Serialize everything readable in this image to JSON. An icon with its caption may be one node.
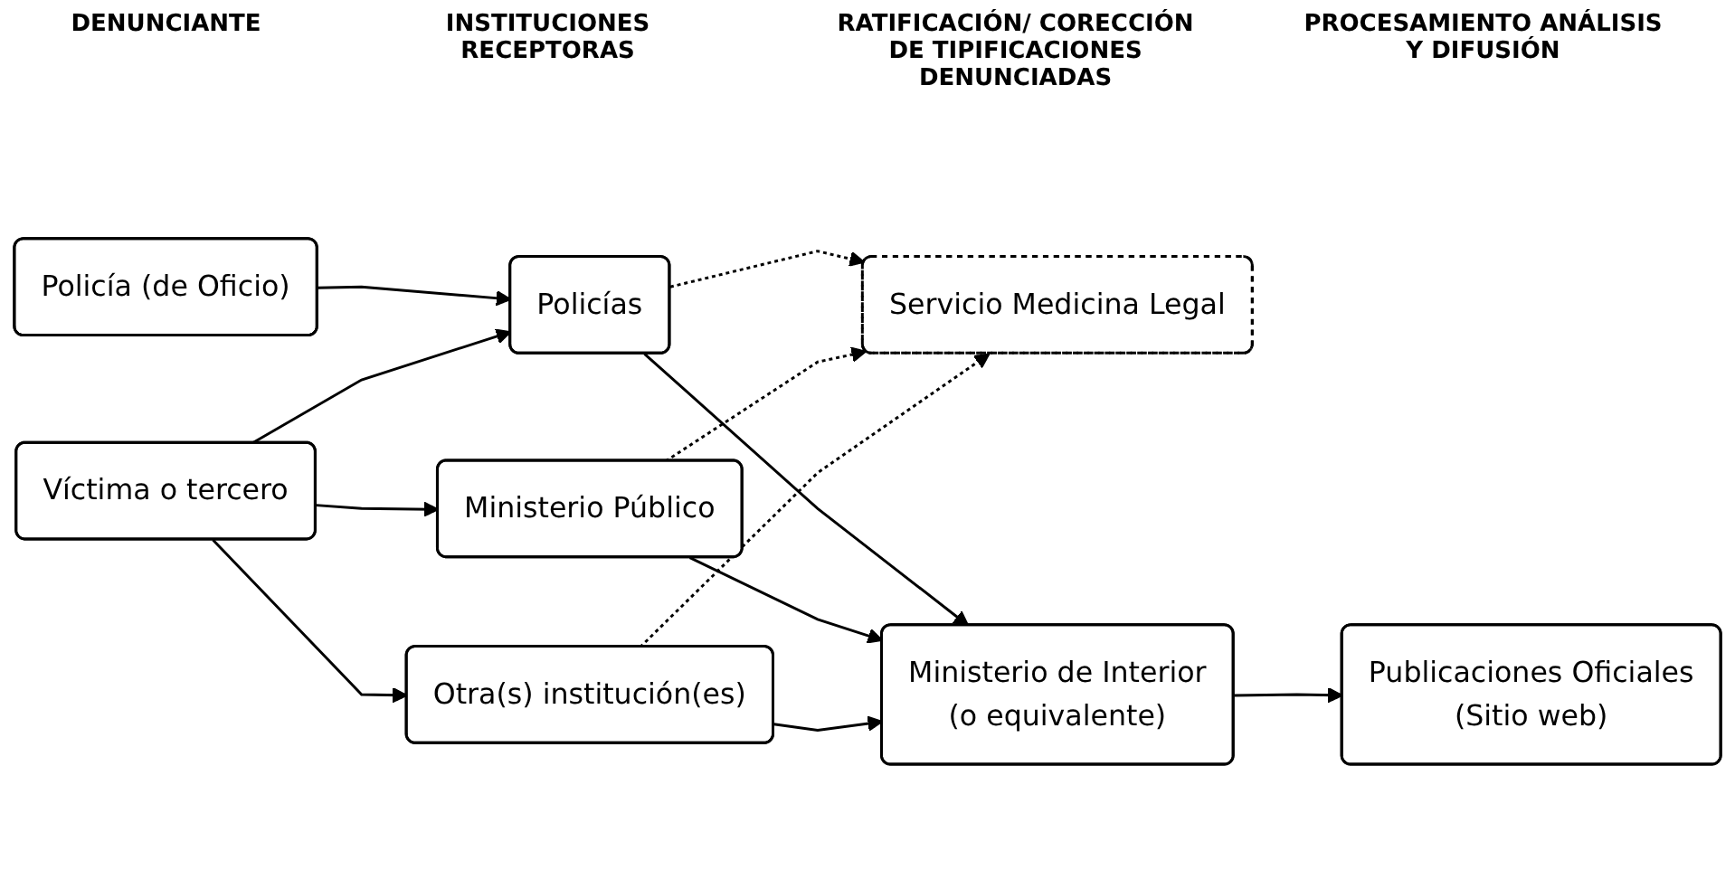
{
  "diagram": {
    "nodes": [
      {
        "text": [
          "Policía (de Oficio)"
        ]
      },
      {
        "text": [
          "Víctima o tercero"
        ]
      },
      {
        "text": [
          "Policías"
        ]
      },
      {
        "text": [
          "Ministerio Público"
        ]
      },
      {
        "text": [
          "Otra(s) institución(es)"
        ]
      },
      {
        "text": [
          "Servicio Medicina Legal"
        ]
      },
      {
        "text": [
          "Ministerio de Interior",
          "(o equivalente)"
        ]
      },
      {
        "text": [
          "Publicaciones Oficiales",
          "(Sitio web)"
        ]
      }
    ],
    "edges": [
      {
        "from": 0,
        "to": 2,
        "arrow": "to"
      },
      {
        "from": 1,
        "to": 2,
        "arrow": "to"
      },
      {
        "from": 1,
        "to": 3,
        "arrow": "to"
      },
      {
        "from": 1,
        "to": 4,
        "arrow": "to"
      },
      {
        "from": 2,
        "to": 6,
        "arrow": "to"
      },
      {
        "from": 3,
        "to": 6,
        "arrow": "to"
      },
      {
        "from": 4,
        "to": 6,
        "arrow": "to"
      },
      {
        "from": 2,
        "to": 5,
        "arrow": "to",
        "style": "dashed"
      },
      {
        "from": 3,
        "to": 5,
        "arrow": "to",
        "style": "dashed"
      },
      {
        "from": 4,
        "to": 5,
        "arrow": "to",
        "style": "dashed"
      },
      {
        "from": 6,
        "to": 7,
        "arrow": "to"
      }
    ],
    "labels": [
      "DENUNCIANTE",
      "INSTITUCIONES RECEPTORAS",
      "RATIFICACIÓN/ CORECCIÓN DE TIPIFICACIONES DENUNCIADAS",
      "PROCESAMIENTO ANÁLISIS Y DIFUSIÓN"
    ]
  }
}
